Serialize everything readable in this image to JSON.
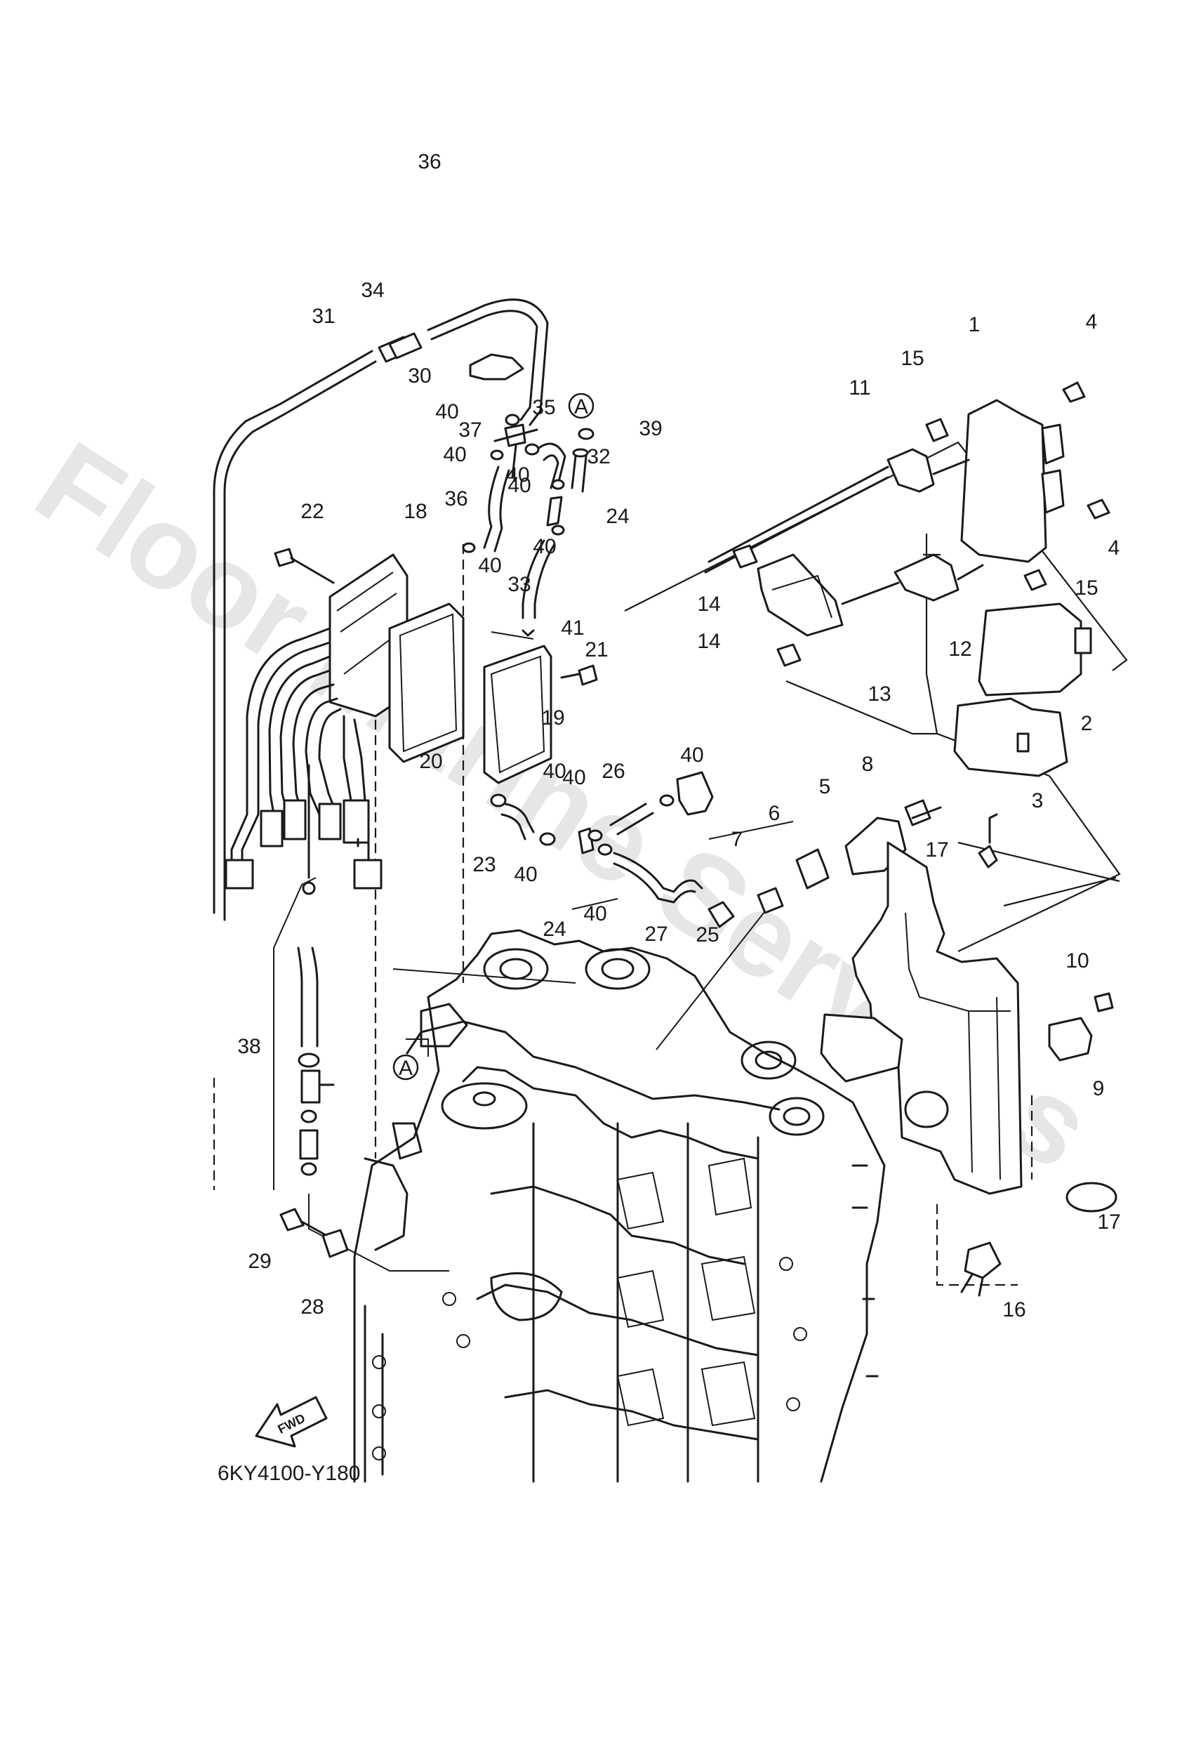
{
  "watermark": "Floor Marine Services",
  "diagram_code": "6KY4100-Y180",
  "fwd_label": "FWD",
  "ref_markers": [
    "A",
    "A"
  ],
  "callouts": [
    "1",
    "2",
    "3",
    "4",
    "4",
    "5",
    "6",
    "7",
    "8",
    "9",
    "10",
    "11",
    "12",
    "13",
    "14",
    "14",
    "15",
    "15",
    "16",
    "17",
    "17",
    "18",
    "19",
    "20",
    "21",
    "22",
    "23",
    "24",
    "24",
    "25",
    "26",
    "27",
    "28",
    "29",
    "30",
    "31",
    "32",
    "33",
    "34",
    "35",
    "36",
    "36",
    "37",
    "38",
    "39",
    "40",
    "40",
    "40",
    "40",
    "40",
    "40",
    "40",
    "40",
    "40",
    "40",
    "40",
    "41"
  ]
}
